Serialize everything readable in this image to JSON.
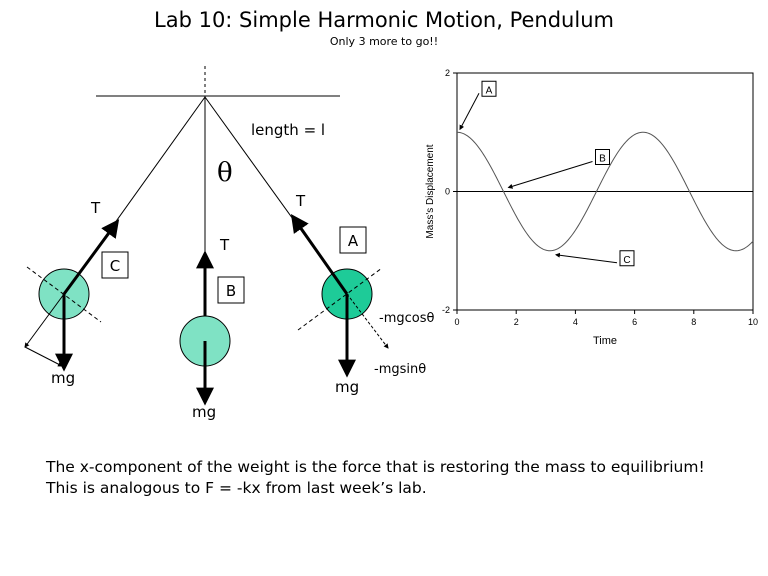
{
  "slide": {
    "title": "Lab 10:  Simple Harmonic Motion, Pendulum",
    "subtitle": "Only 3 more to go!!"
  },
  "pendulum": {
    "length_label": "length = l",
    "theta_symbol": "θ",
    "tension_label": "T",
    "weight_label": "mg",
    "cos_component_label": "-mgcosθ",
    "sin_component_label": "-mgsinθ",
    "position_labels": [
      "C",
      "B",
      "A"
    ],
    "colors": {
      "bob": "#7fe2c4",
      "bob_dark": "#1ecb98",
      "line": "#000000"
    }
  },
  "chart_data": {
    "type": "line",
    "xlabel": "Time",
    "ylabel": "Mass's Displacement",
    "xlim": [
      0,
      10
    ],
    "ylim": [
      -2,
      2
    ],
    "x_ticks": [
      "0",
      "2",
      "4",
      "6",
      "8",
      "10"
    ],
    "y_ticks": [
      "2",
      "0",
      "-2"
    ],
    "curve": "y = cos(x)",
    "series": [
      {
        "x": [
          0,
          0.5,
          1,
          1.5,
          2,
          2.5,
          3,
          3.5,
          4,
          4.5,
          5,
          5.5,
          6,
          6.5,
          7,
          7.5,
          8,
          8.5,
          9,
          9.5,
          10
        ],
        "values": [
          1.0,
          0.878,
          0.54,
          0.071,
          -0.416,
          -0.801,
          -0.99,
          -0.936,
          -0.654,
          -0.211,
          0.284,
          0.709,
          0.96,
          0.977,
          0.754,
          0.347,
          -0.146,
          -0.602,
          -0.911,
          -0.997,
          -0.839
        ]
      }
    ],
    "annotations": [
      {
        "text": "A",
        "x": 0,
        "y": 1
      },
      {
        "text": "B",
        "x": 1.5708,
        "y": 0
      },
      {
        "text": "C",
        "x": 3.1416,
        "y": -1
      }
    ]
  },
  "body_text": {
    "line1": "The x-component of the weight is the force that is restoring the mass to equilibrium!",
    "line2": "This is analogous to F = -kx from last week’s lab."
  }
}
